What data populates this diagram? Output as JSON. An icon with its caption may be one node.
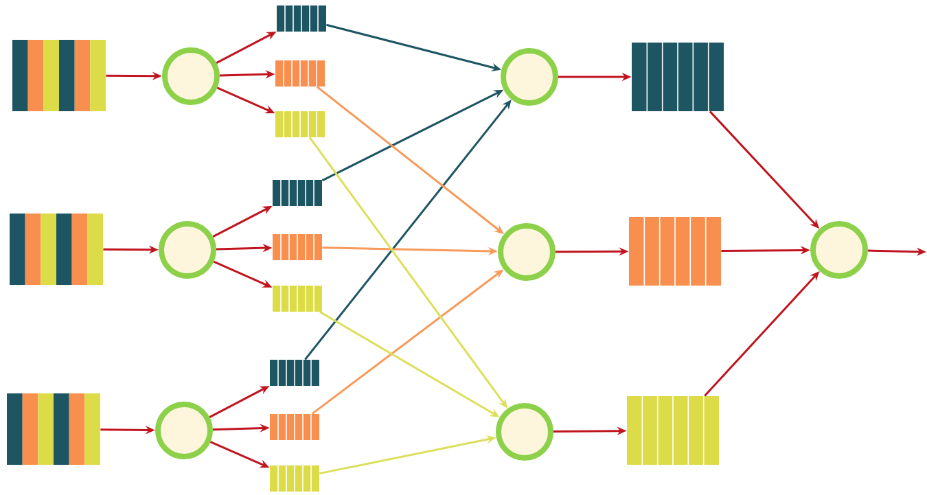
{
  "diagram": {
    "nodes": [
      {
        "text": [],
        "shape": "bar"
      },
      {
        "text": [],
        "shape": "bar"
      },
      {
        "text": [],
        "shape": "bar"
      },
      {
        "text": [],
        "shape": "circle"
      },
      {
        "text": [],
        "shape": "circle"
      },
      {
        "text": [],
        "shape": "circle"
      },
      {
        "text": [],
        "shape": "box"
      },
      {
        "text": [],
        "shape": "box"
      },
      {
        "text": [],
        "shape": "box"
      },
      {
        "text": [],
        "shape": "box"
      },
      {
        "text": [],
        "shape": "box"
      },
      {
        "text": [],
        "shape": "box"
      },
      {
        "text": [],
        "shape": "box"
      },
      {
        "text": [],
        "shape": "box"
      },
      {
        "text": [],
        "shape": "box"
      },
      {
        "text": [],
        "shape": "circle"
      },
      {
        "text": [],
        "shape": "circle"
      },
      {
        "text": [],
        "shape": "circle"
      },
      {
        "text": [],
        "shape": "box"
      },
      {
        "text": [],
        "shape": "box"
      },
      {
        "text": [],
        "shape": "box"
      },
      {
        "text": [],
        "shape": "circle"
      }
    ],
    "edges": [
      {
        "from": 0,
        "to": 3,
        "arrow": "to"
      },
      {
        "from": 1,
        "to": 4,
        "arrow": "to"
      },
      {
        "from": 2,
        "to": 5,
        "arrow": "to"
      },
      {
        "from": 3,
        "to": 6,
        "arrow": "to"
      },
      {
        "from": 3,
        "to": 7,
        "arrow": "to"
      },
      {
        "from": 3,
        "to": 8,
        "arrow": "to"
      },
      {
        "from": 4,
        "to": 9,
        "arrow": "to"
      },
      {
        "from": 4,
        "to": 10,
        "arrow": "to"
      },
      {
        "from": 4,
        "to": 11,
        "arrow": "to"
      },
      {
        "from": 5,
        "to": 12,
        "arrow": "to"
      },
      {
        "from": 5,
        "to": 13,
        "arrow": "to"
      },
      {
        "from": 5,
        "to": 14,
        "arrow": "to"
      },
      {
        "from": 6,
        "to": 15,
        "arrow": "to",
        "color": "#1d5563"
      },
      {
        "from": 9,
        "to": 15,
        "arrow": "to",
        "color": "#1d5563"
      },
      {
        "from": 12,
        "to": 15,
        "arrow": "to",
        "color": "#1d5563"
      },
      {
        "from": 7,
        "to": 16,
        "arrow": "to",
        "color": "#f79a5a"
      },
      {
        "from": 10,
        "to": 16,
        "arrow": "to",
        "color": "#f79a5a"
      },
      {
        "from": 13,
        "to": 16,
        "arrow": "to",
        "color": "#f79a5a"
      },
      {
        "from": 8,
        "to": 17,
        "arrow": "to",
        "color": "#dcdf5a"
      },
      {
        "from": 11,
        "to": 17,
        "arrow": "to",
        "color": "#dcdf5a"
      },
      {
        "from": 14,
        "to": 17,
        "arrow": "to",
        "color": "#dcdf5a"
      },
      {
        "from": 15,
        "to": 18,
        "arrow": "to"
      },
      {
        "from": 16,
        "to": 19,
        "arrow": "to"
      },
      {
        "from": 17,
        "to": 20,
        "arrow": "to"
      },
      {
        "from": 18,
        "to": 21,
        "arrow": "to"
      },
      {
        "from": 19,
        "to": 21,
        "arrow": "to"
      },
      {
        "from": 20,
        "to": 21,
        "arrow": "to"
      },
      {
        "from": 21,
        "to": null,
        "arrow": "to"
      }
    ]
  }
}
